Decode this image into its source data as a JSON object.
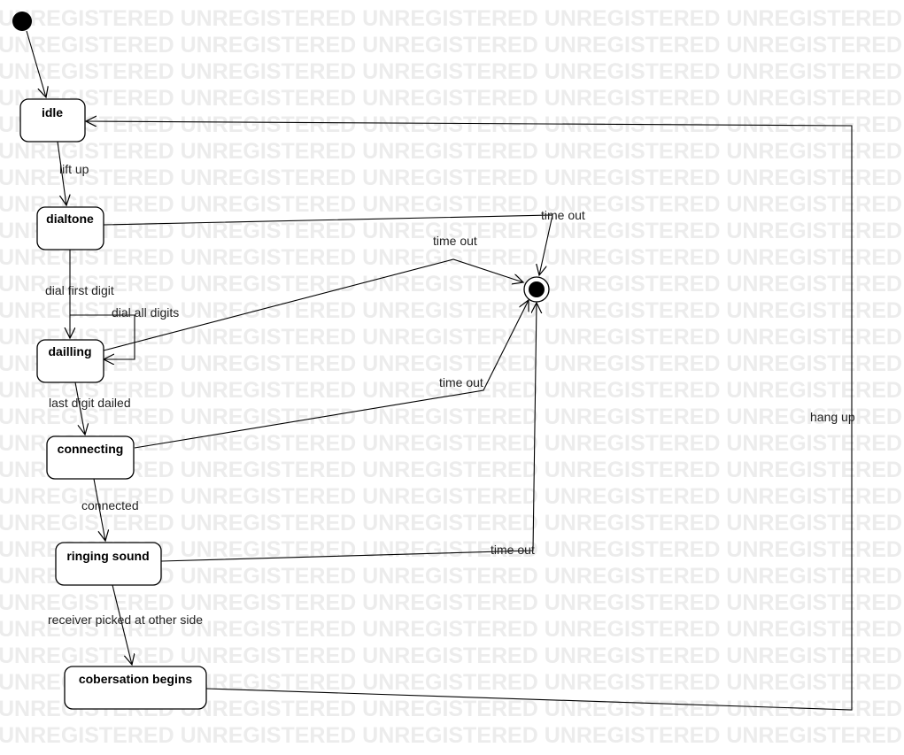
{
  "watermark": "UNREGISTERED UNREGISTERED UNREGISTERED UNREGISTERED UNREGISTERED UNREGISTERED UNREGISTERED",
  "states": {
    "idle": "idle",
    "dialtone": "dialtone",
    "dailling": "dailling",
    "connecting": "connecting",
    "ringing_sound": "ringing sound",
    "conversation": "cobersation begins"
  },
  "transitions": {
    "lift_up": "lift up",
    "dial_first_digit": "dial first digit",
    "dial_all_digits": "dial all digits",
    "last_digit_dailed": "last digit dailed",
    "connected": "connected",
    "receiver_picked": "receiver picked at other side",
    "hang_up": "hang up",
    "timeout_dialtone": "time out",
    "timeout_dailling": "time out",
    "timeout_connecting": "time out",
    "timeout_ringing": "time out"
  }
}
